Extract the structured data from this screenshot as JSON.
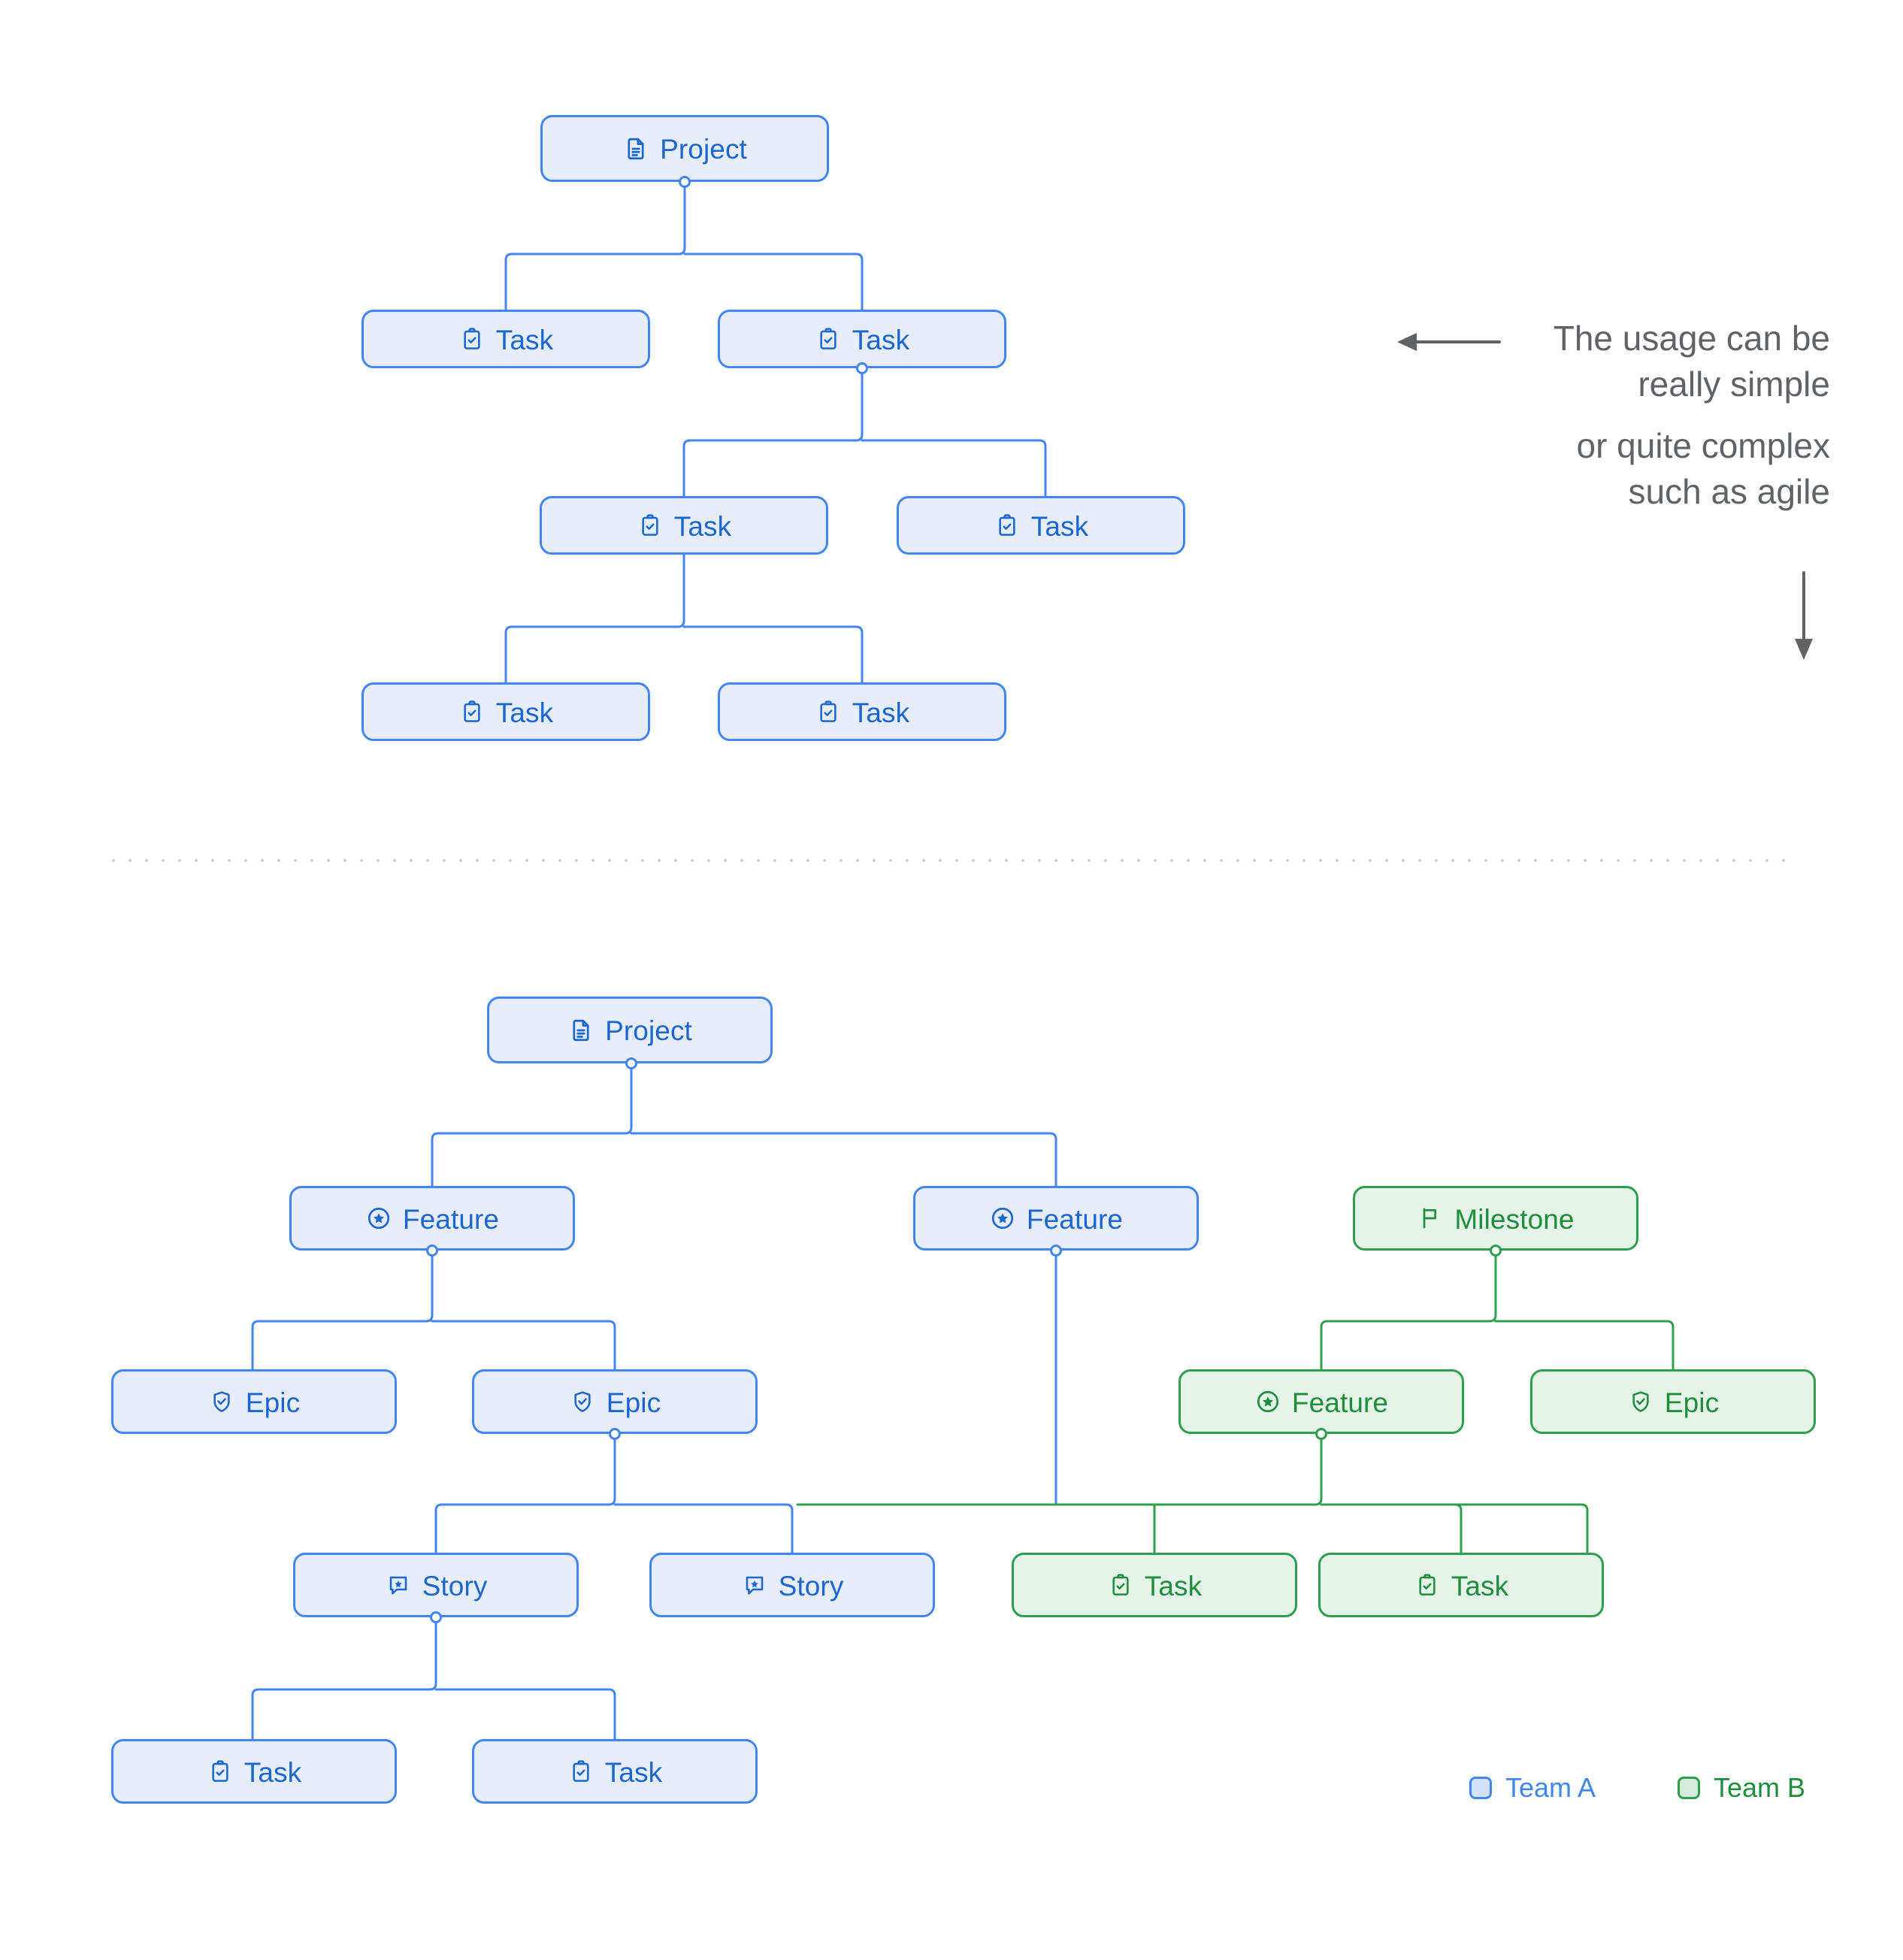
{
  "annotation": {
    "lines": [
      "The usage can be",
      "really simple",
      "or quite complex",
      "such as agile"
    ],
    "arrow_left": "arrow-left-icon",
    "arrow_down": "arrow-down-icon"
  },
  "legend": {
    "items": [
      {
        "label": "Team A",
        "color": "#4285f4",
        "fill": "#d3e1fb"
      },
      {
        "label": "Team B",
        "color": "#2e9e4f",
        "fill": "#d4ecd9"
      }
    ]
  },
  "colors": {
    "blue_border": "#4285f4",
    "blue_fill": "#e8edfc",
    "blue_text": "#1a67d2",
    "green_border": "#2e9e4f",
    "green_fill": "#e6f3e8",
    "green_text": "#1e8e3e",
    "annotation_text": "#5f6368",
    "divider": "#b9bdc4"
  },
  "diagram_simple": {
    "title_hint": "simple project task tree",
    "nodes": [
      {
        "id": "s1",
        "label": "Project",
        "icon": "document-icon",
        "team": "blue"
      },
      {
        "id": "s2",
        "label": "Task",
        "icon": "clipboard-check-icon",
        "team": "blue"
      },
      {
        "id": "s3",
        "label": "Task",
        "icon": "clipboard-check-icon",
        "team": "blue"
      },
      {
        "id": "s4",
        "label": "Task",
        "icon": "clipboard-check-icon",
        "team": "blue"
      },
      {
        "id": "s5",
        "label": "Task",
        "icon": "clipboard-check-icon",
        "team": "blue"
      },
      {
        "id": "s6",
        "label": "Task",
        "icon": "clipboard-check-icon",
        "team": "blue"
      },
      {
        "id": "s7",
        "label": "Task",
        "icon": "clipboard-check-icon",
        "team": "blue"
      }
    ]
  },
  "diagram_agile": {
    "title_hint": "agile project breakdown with two teams",
    "nodes": [
      {
        "id": "a1",
        "label": "Project",
        "icon": "document-icon",
        "team": "blue"
      },
      {
        "id": "a2",
        "label": "Feature",
        "icon": "star-circle-icon",
        "team": "blue"
      },
      {
        "id": "a3",
        "label": "Feature",
        "icon": "star-circle-icon",
        "team": "blue"
      },
      {
        "id": "a4",
        "label": "Milestone",
        "icon": "flag-icon",
        "team": "green"
      },
      {
        "id": "a5",
        "label": "Epic",
        "icon": "shield-check-icon",
        "team": "blue"
      },
      {
        "id": "a6",
        "label": "Epic",
        "icon": "shield-check-icon",
        "team": "blue"
      },
      {
        "id": "a7",
        "label": "Feature",
        "icon": "star-circle-icon",
        "team": "green"
      },
      {
        "id": "a8",
        "label": "Epic",
        "icon": "shield-check-icon",
        "team": "green"
      },
      {
        "id": "a9",
        "label": "Story",
        "icon": "comment-star-icon",
        "team": "blue"
      },
      {
        "id": "a10",
        "label": "Story",
        "icon": "comment-star-icon",
        "team": "blue"
      },
      {
        "id": "a11",
        "label": "Task",
        "icon": "clipboard-check-icon",
        "team": "green"
      },
      {
        "id": "a12",
        "label": "Task",
        "icon": "clipboard-check-icon",
        "team": "green"
      },
      {
        "id": "a13",
        "label": "Task",
        "icon": "clipboard-check-icon",
        "team": "blue"
      },
      {
        "id": "a14",
        "label": "Task",
        "icon": "clipboard-check-icon",
        "team": "blue"
      }
    ]
  }
}
